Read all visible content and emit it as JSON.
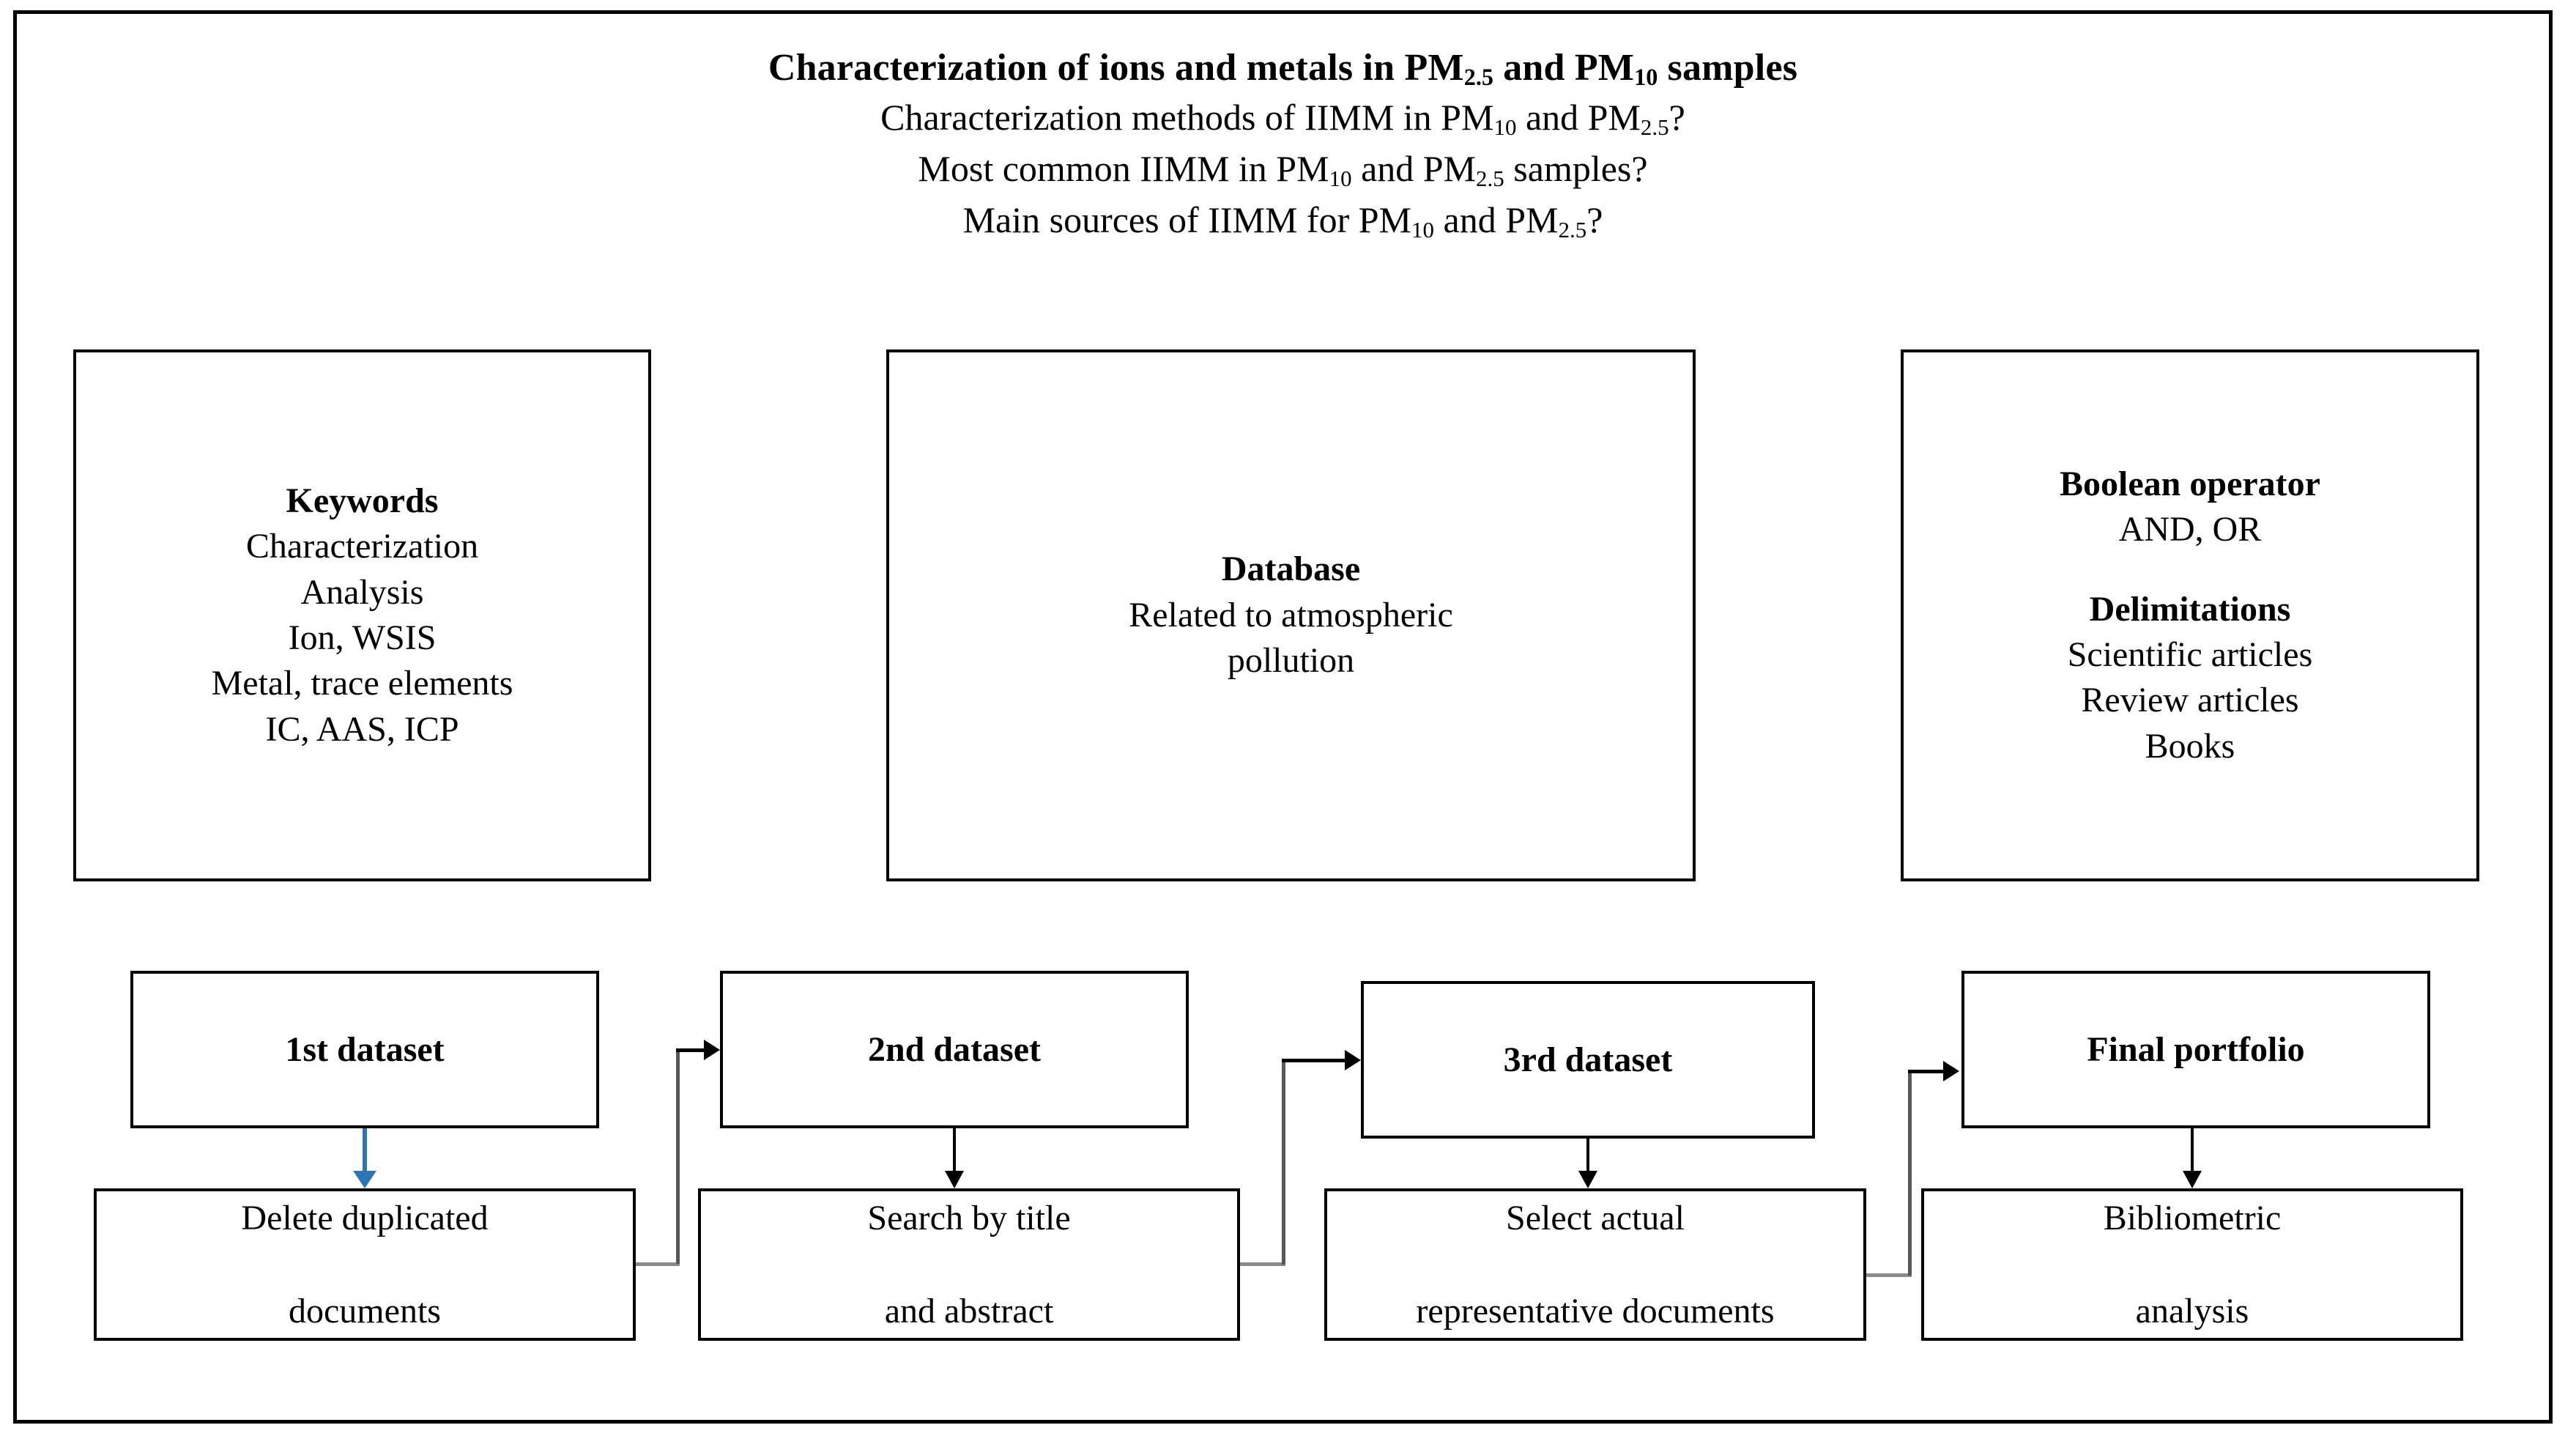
{
  "header": {
    "title_prefix": "Characterization of ions and metals in PM",
    "title_sub1": "2.5",
    "title_mid": " and PM",
    "title_sub2": "10",
    "title_suffix": " samples",
    "q1_a": "Characterization methods of IIMM in PM",
    "q1_sub1": "10",
    "q1_b": " and PM",
    "q1_sub2": "2.5",
    "q1_c": "?",
    "q2_a": "Most common IIMM in PM",
    "q2_sub1": "10",
    "q2_b": " and PM",
    "q2_sub2": "2.5",
    "q2_c": " samples?",
    "q3_a": "Main sources of IIMM for PM",
    "q3_sub1": "10",
    "q3_b": " and PM",
    "q3_sub2": "2.5",
    "q3_c": "?"
  },
  "criteria": {
    "keywords": {
      "heading": "Keywords",
      "items": [
        "Characterization",
        "Analysis",
        "Ion, WSIS",
        "Metal, trace elements",
        "IC, AAS, ICP"
      ]
    },
    "database": {
      "heading": "Database",
      "items": [
        "Related to atmospheric",
        "pollution"
      ]
    },
    "boolean": {
      "heading": "Boolean operator",
      "items": [
        "AND, OR"
      ],
      "heading2": "Delimitations",
      "items2": [
        "Scientific articles",
        "Review articles",
        "Books"
      ]
    }
  },
  "flow": {
    "datasets": [
      {
        "label": "1st dataset"
      },
      {
        "label": "2nd dataset"
      },
      {
        "label": "3rd dataset"
      },
      {
        "label": "Final portfolio"
      }
    ],
    "processes": [
      {
        "line1": "Delete duplicated",
        "line2": "documents"
      },
      {
        "line1": "Search by title",
        "line2": "and abstract"
      },
      {
        "line1": "Select actual",
        "line2": "representative documents"
      },
      {
        "line1": "Bibliometric",
        "line2": "analysis"
      }
    ]
  },
  "colors": {
    "first_arrow": "#2E75B6",
    "connector_dark": "#000000",
    "connector_gray": "#8a8a8a",
    "border": "#000000"
  }
}
